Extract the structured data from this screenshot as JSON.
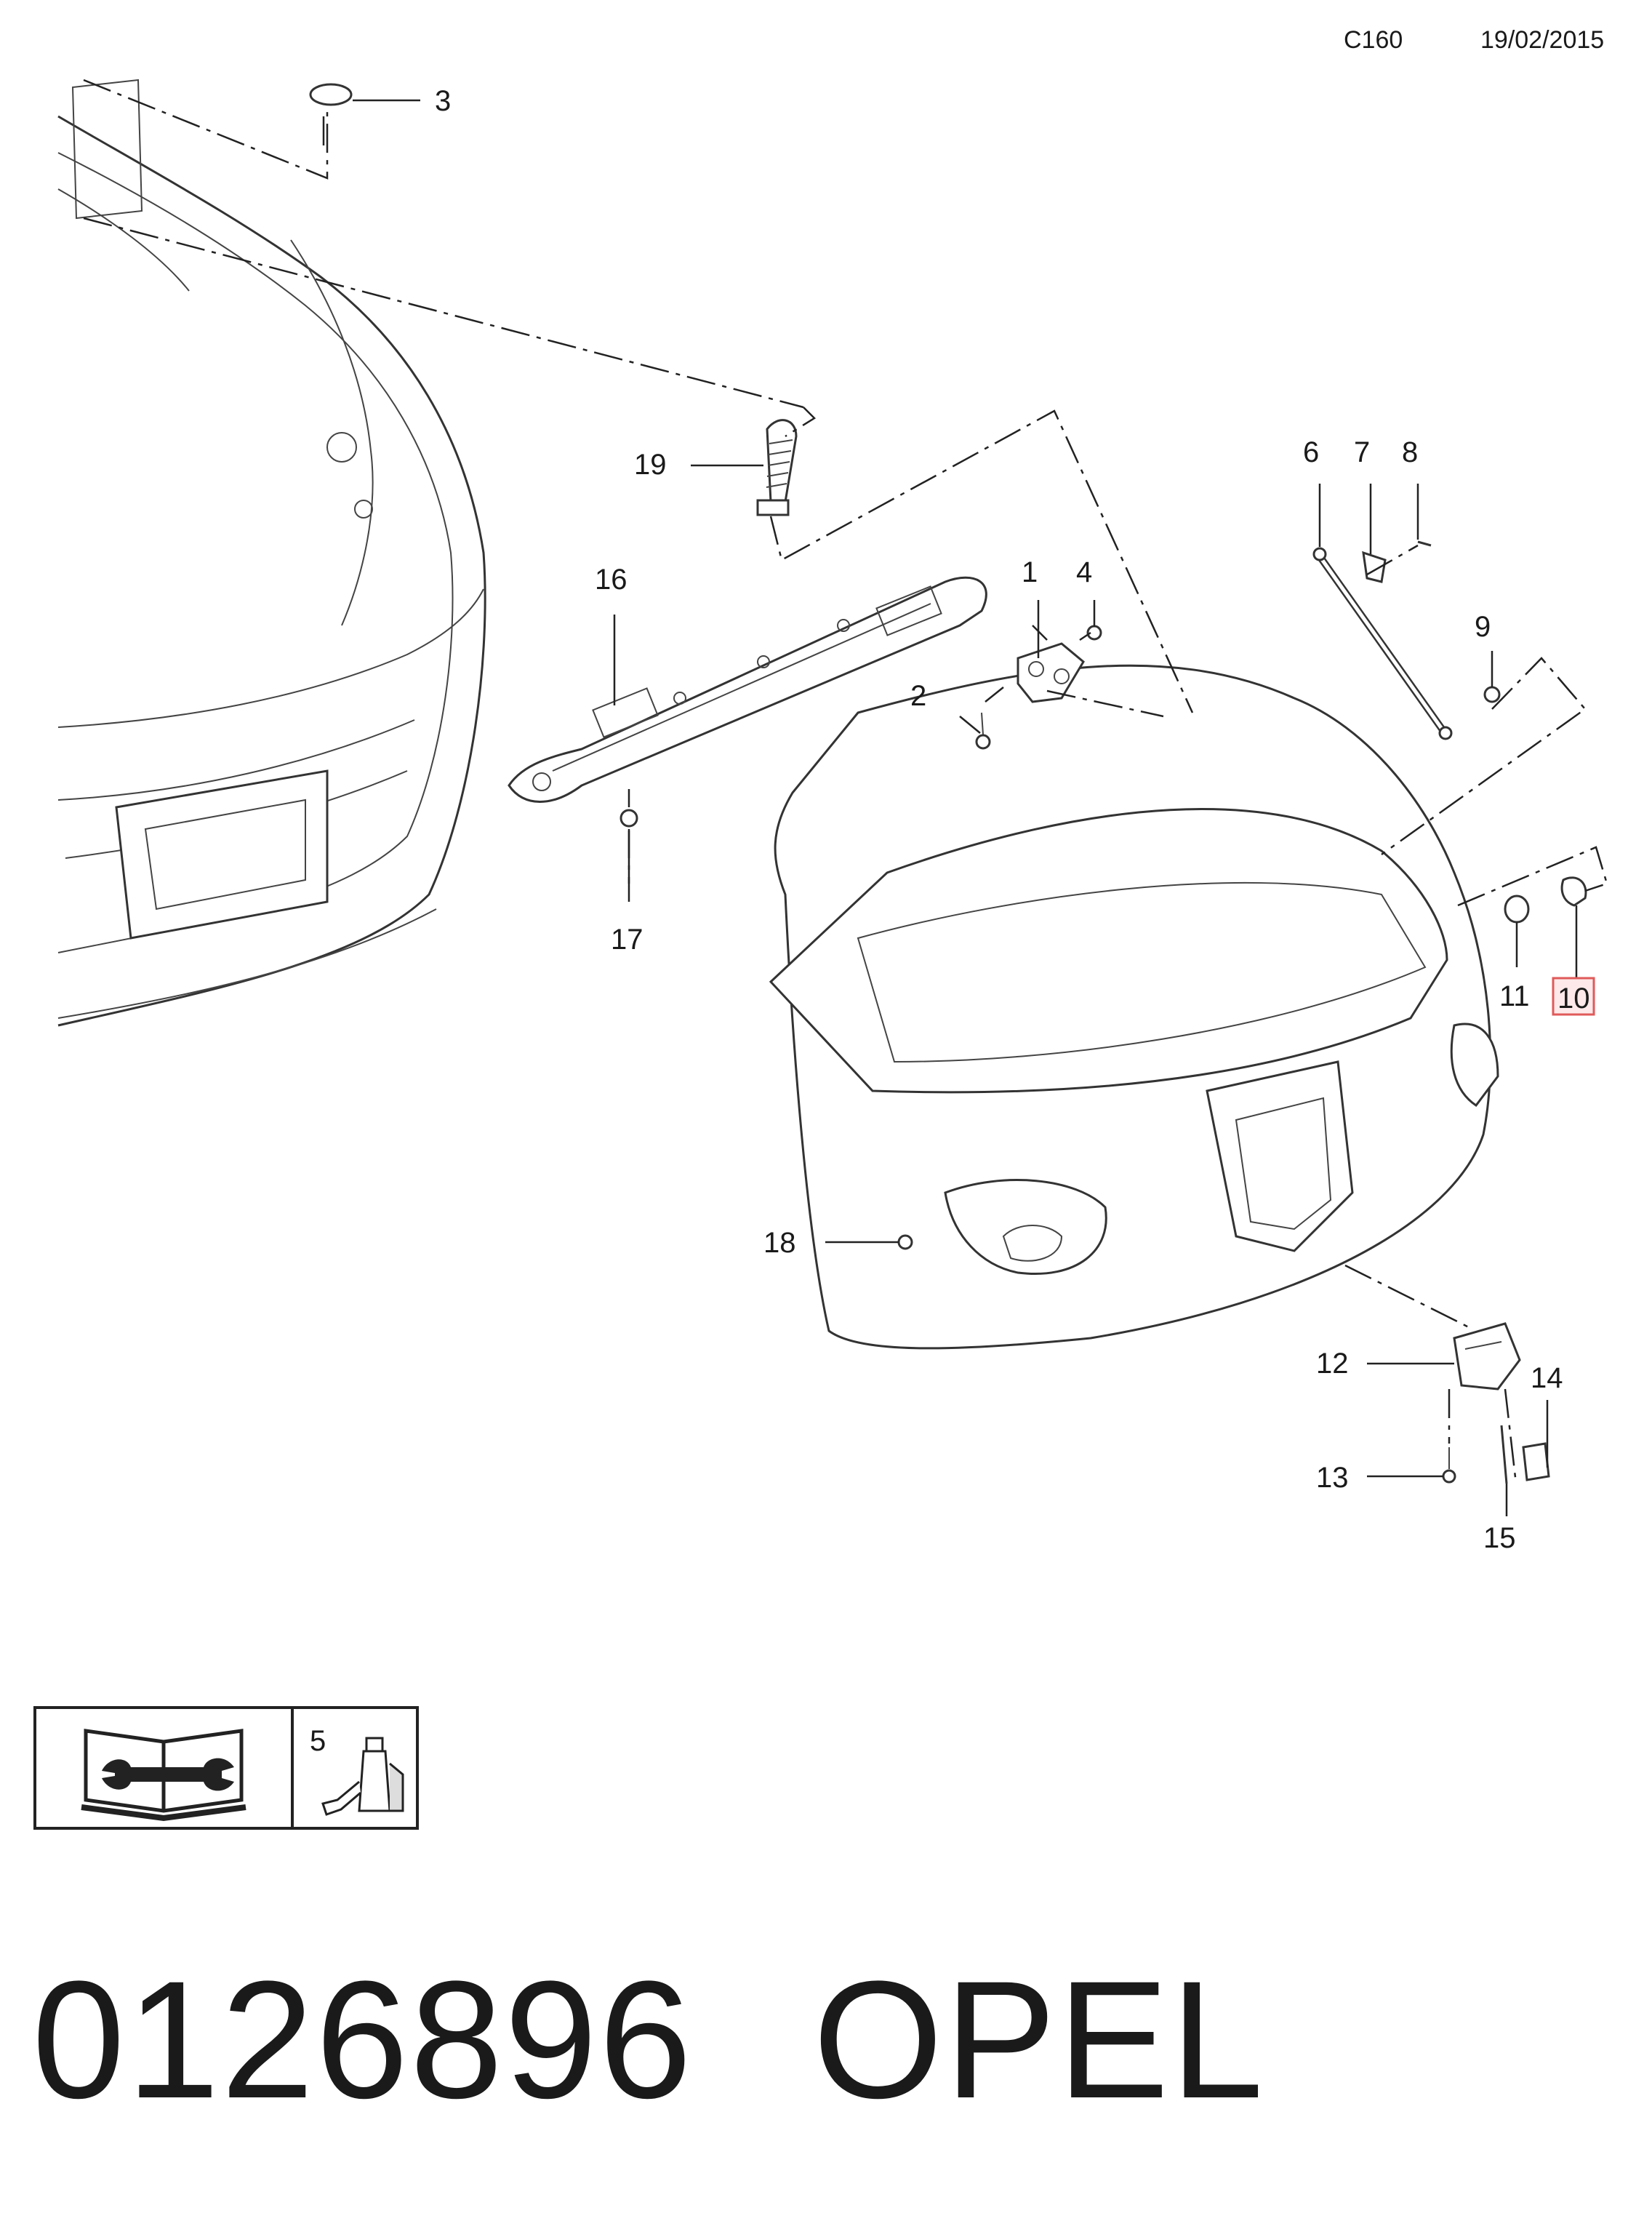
{
  "header": {
    "code": "C160",
    "date": "19/02/2015"
  },
  "callouts": {
    "c1": "1",
    "c2": "2",
    "c3": "3",
    "c4": "4",
    "c6": "6",
    "c7": "7",
    "c8": "8",
    "c9": "9",
    "c10": "10",
    "c11": "11",
    "c12": "12",
    "c13": "13",
    "c14": "14",
    "c15": "15",
    "c16": "16",
    "c17": "17",
    "c18": "18",
    "c19": "19"
  },
  "highlight": {
    "callout": "10",
    "color": "#e05a5a"
  },
  "legend": {
    "manual_icon": "service-manual-icon",
    "item_number": "5",
    "item_icon": "adhesive-bottle-icon"
  },
  "footer": {
    "part_number": "0126896",
    "brand": "OPEL"
  }
}
